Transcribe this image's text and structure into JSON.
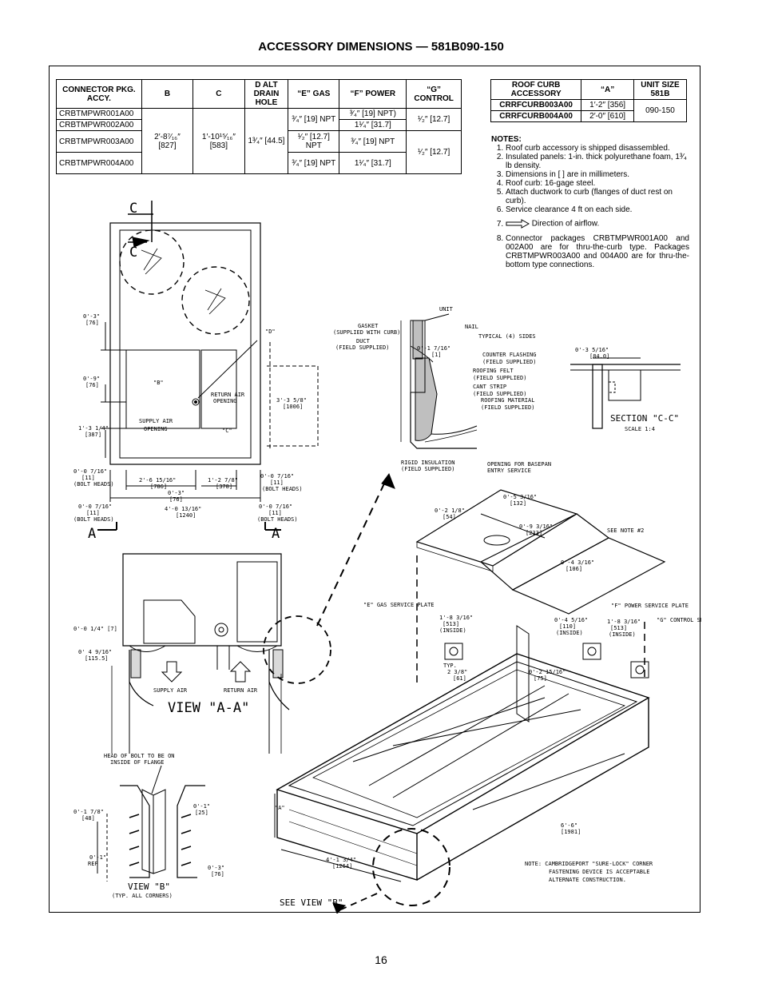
{
  "page_title": "ACCESSORY DIMENSIONS — 581B090-150",
  "page_number": "16",
  "connector_table": {
    "headers": [
      "CONNECTOR PKG. ACCY.",
      "B",
      "C",
      "D ALT DRAIN HOLE",
      "“E” GAS",
      "“F” POWER",
      "“G” CONTROL"
    ],
    "models": [
      "CRBTMPWR001A00",
      "CRBTMPWR002A00",
      "CRBTMPWR003A00",
      "CRBTMPWR004A00"
    ],
    "b_value": "2′-8⁷⁄₁₆″ [827]",
    "c_value": "1′-10¹⁵⁄₁₆″ [583]",
    "d_value": "1³⁄₄″ [44.5]",
    "e_values": [
      "³⁄₄″ [19] NPT",
      "¹⁄₂″ [12.7] NPT",
      "³⁄₄″ [19] NPT"
    ],
    "f_values": [
      "³⁄₄″ [19] NPT)",
      "1¹⁄₄″ [31.7]",
      "³⁄₄″ [19] NPT",
      "1¹⁄₄″ [31.7]"
    ],
    "g_values": [
      "¹⁄₂″ [12.7]",
      "¹⁄₂″ [12.7]"
    ]
  },
  "curb_table": {
    "headers": [
      "ROOF CURB ACCESSORY",
      "“A”",
      "UNIT SIZE 581B"
    ],
    "rows": [
      {
        "model": "CRRFCURB003A00",
        "a": "1′-2″ [356]"
      },
      {
        "model": "CRRFCURB004A00",
        "a": "2′-0″ [610]"
      }
    ],
    "unit_size": "090-150"
  },
  "notes": {
    "header": "NOTES:",
    "items": [
      "Roof curb accessory is shipped disassembled.",
      "Insulated panels: 1-in. thick polyurethane foam, 1³⁄₄ lb density.",
      "Dimensions in [ ] are in millimeters.",
      "Roof curb: 16-gage steel.",
      "Attach ductwork to curb (flanges of duct rest on curb).",
      "Service clearance 4 ft on each side.",
      "Direction of airflow.",
      "Connector packages CRBTMPWR001A00 and 002A00 are for thru-the-curb type. Packages CRBTMPWR003A00 and 004A00 are for thru-the-bottom type connections."
    ]
  },
  "drawing_labels": {
    "section_c": "C",
    "section_a": "A",
    "view_aa": "VIEW \"A-A\"",
    "view_b": "VIEW \"B\"",
    "view_b_sub": "(TYP. ALL CORNERS)",
    "section_cc": "SECTION \"C-C\"",
    "scale": "SCALE 1:4",
    "see_view_b": "SEE VIEW \"B\"",
    "see_note_2": "SEE NOTE #2",
    "unit": "UNIT",
    "nail": "NAIL",
    "gasket": "GASKET",
    "gasket_sub": "(SUPPLIED WITH CURB)",
    "duct": "DUCT",
    "duct_sub": "(FIELD SUPPLIED)",
    "typical_4": "TYPICAL (4) SIDES",
    "counter_flashing": "COUNTER FLASHING",
    "roofing_felt": "ROOFING FELT",
    "cant_strip": "CANT STRIP",
    "roofing_material": "ROOFING MATERIAL",
    "field_supplied": "(FIELD SUPPLIED)",
    "rigid_insulation": "RIGID INSULATION",
    "opening_basepan": "OPENING FOR BASEPAN",
    "entry_service": "ENTRY SERVICE",
    "supply_air_opening": "SUPPLY AIR",
    "opening": "OPENING",
    "return_air_opening": "RETURN AIR",
    "supply_air": "SUPPLY AIR",
    "return_air": "RETURN AIR",
    "bolt_heads": "(BOLT HEADS)",
    "head_of_bolt": "HEAD OF BOLT TO BE ON",
    "inside_flange": "INSIDE OF FLANGE",
    "gas_service_plate": "\"E\" GAS SERVICE PLATE",
    "power_service_plate": "\"F\" POWER SERVICE PLATE",
    "control_service_plate": "\"G\" CONTROL SERVICE PLATE",
    "inside": "(INSIDE)",
    "typ": "TYP.",
    "ref": "REF",
    "label_b": "\"B\"",
    "label_c": "\"C\"",
    "label_d": "\"D\"",
    "label_a": "\"A\"",
    "note_cambridge": "NOTE: CAMBRIDGEPORT \"SURE-LOCK\" CORNER",
    "note_cambridge_2": "FASTENING DEVICE IS ACCEPTABLE",
    "note_cambridge_3": "ALTERNATE CONSTRUCTION."
  },
  "dimensions": {
    "d_0_3": "0'-3\"",
    "d_76": "[76]",
    "d_0_9": "0'-9\"",
    "d_1_3_14": "1'-3 1/4\"",
    "d_387": "[387]",
    "d_0_0_716": "0'-0 7/16\"",
    "d_11": "[11]",
    "d_2_6_1516": "2'-6 15/16\"",
    "d_786": "[786]",
    "d_1_2_78": "1'-2 7/8\"",
    "d_378": "[378]",
    "d_4_0_1316": "4'-0 13/16\"",
    "d_1240": "[1240]",
    "d_3_3_58": "3'-3 5/8\"",
    "d_1006": "[1006]",
    "d_0_1_716": "0'-1 7/16\"",
    "d_1_mm": "[1]",
    "d_0_3_516": "0'-3 5/16\"",
    "d_84": "[84.0]",
    "d_0_2_18": "0'-2 1/8\"",
    "d_54": "[54]",
    "d_0_5_316": "0'-5 3/16\"",
    "d_132": "[132]",
    "d_0_9_316": "0'-9 3/16\"",
    "d_233": "[233]",
    "d_0_4_316": "0'-4 3/16\"",
    "d_106": "[106]",
    "d_1_8_316": "1'-8 3/16\"",
    "d_513": "[513]",
    "d_0_4_516": "0'-4 5/16\"",
    "d_110": "[110]",
    "d_2_38": "2 3/8\"",
    "d_61": "[61]",
    "d_0_2_1516": "0'-2 15/16\"",
    "d_75": "[75]",
    "d_0_0_14": "0'-0 1/4\" [7]",
    "d_0_4_916": "0' 4 9/16\"",
    "d_115": "[115.5]",
    "d_0_1_78": "0'-1 7/8\"",
    "d_48": "[48]",
    "d_0_1": "0'-1\"",
    "d_25": "[25]",
    "d_4_1_34": "4'-1 3/4\"",
    "d_1264": "[1264]",
    "d_6_6": "6'-6\"",
    "d_1981": "[1981]"
  }
}
